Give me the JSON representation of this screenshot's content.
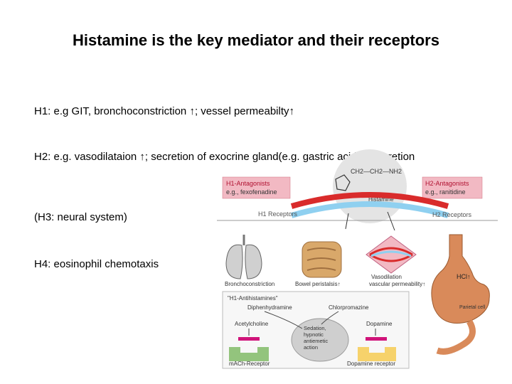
{
  "slide": {
    "title": "Histamine is the key mediator and their receptors",
    "bullets": [
      "H1: e.g GIT, bronchoconstriction ↑; vessel permeabilty↑",
      "H2: e.g. vasodilataion ↑; secretion of exocrine gland(e.g. gastric acid)↑; secretion",
      "(H3: neural system)",
      "H4: eosinophil chemotaxis"
    ]
  },
  "figure": {
    "h1_antagonists": [
      "H1-Antagonists",
      "e.g., fexofenadine"
    ],
    "h2_antagonists": [
      "H2-Antagonists",
      "e.g., ranitidine"
    ],
    "formula": "CH2—CH2—NH2",
    "histamine_label": "Histamine",
    "h1_receptors": "H1 Receptors",
    "h2_receptors": "H2 Receptors",
    "bronchoconstriction": "Bronchoconstriction",
    "bowel_peristalsis": "Bowel peristalsis↑",
    "vasodilation": "Vasodilation",
    "vascular_permeability": "vascular permeability↑",
    "hcl": "HCl↑",
    "parietal_cell": "Parietal cell",
    "h1_antihistamines": "\"H1-Antihistamines\"",
    "diphenhydramine": "Diphenhydramine",
    "chlorpromazine": "Chlorpromazine",
    "acetylcholine": "Acetylcholine",
    "dopamine": "Dopamine",
    "sedation": [
      "Sedation,",
      "hypnotic",
      "antiemetic",
      "action"
    ],
    "mach_receptor": "mACh-Receptor",
    "dopamine_receptor": "Dopamine receptor"
  },
  "colors": {
    "h1_band": "#d92b2b",
    "h2_band": "#8fd0f0",
    "antagonist_box": "#f2b9c3",
    "gut": "#d9a86a",
    "stomach": "#d98a5a",
    "mach_box": "#93c47d",
    "dopamine_box": "#f6d26b",
    "block_bar": "#d0147a"
  }
}
